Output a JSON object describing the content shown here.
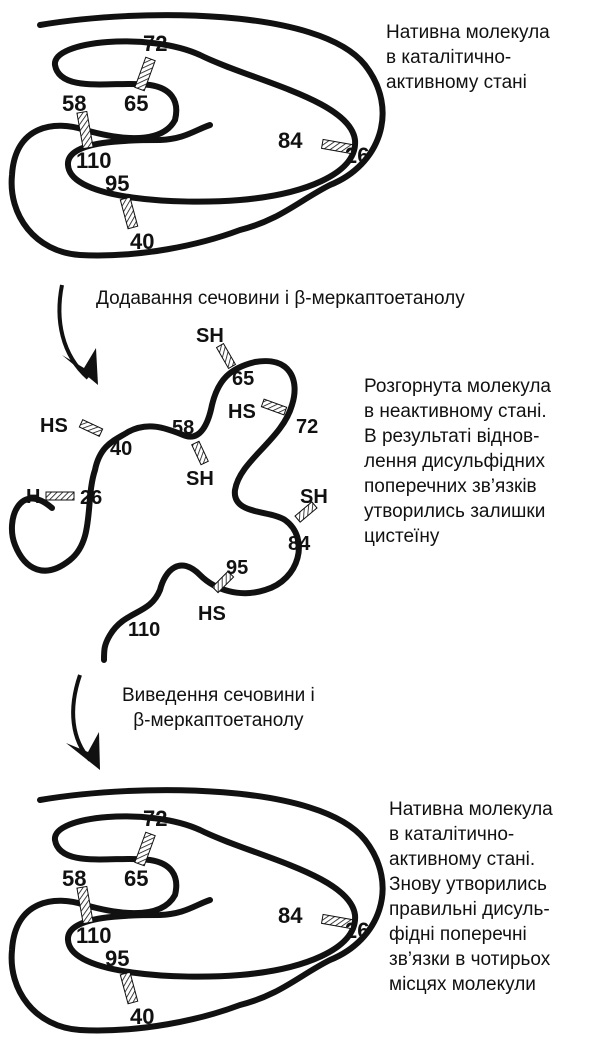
{
  "panels": {
    "native_top": {
      "caption": [
        "Нативна молекула",
        "в каталітично-",
        "активному стані"
      ],
      "labels": {
        "n72": "72",
        "n58": "58",
        "n65": "65",
        "n84": "84",
        "n26": "26",
        "n110": "110",
        "n95": "95",
        "n40": "40"
      }
    },
    "unfolded": {
      "caption": [
        "Розгорнута молекула",
        "в неактивному стані.",
        "В результаті віднов-",
        "лення дисульфідних",
        "поперечних зв’язків",
        "утворились залишки",
        "цистеїну"
      ],
      "labels": {
        "sh65": "SH",
        "n65": "65",
        "hs72": "HS",
        "n72": "72",
        "hs40": "HS",
        "n40": "40",
        "n58": "58",
        "sh58": "SH",
        "h26": "H",
        "n26": "26",
        "sh84": "SH",
        "n84": "84",
        "n95": "95",
        "hs95": "HS",
        "n110": "110"
      }
    },
    "native_bottom": {
      "caption": [
        "Нативна молекула",
        "в каталітично-",
        "активному стані.",
        "Знову утворились",
        "правильні дисуль-",
        "фідні поперечні",
        "зв’язки в чотирьох",
        "місцях молекули"
      ],
      "labels": {
        "n72": "72",
        "n58": "58",
        "n65": "65",
        "n84": "84",
        "n26": "26",
        "n110": "110",
        "n95": "95",
        "n40": "40"
      }
    }
  },
  "arrows": {
    "first_label": "Додавання сечовини і β-меркаптоетанолу",
    "second_label": [
      "Виведення сечовини і",
      "β-меркаптоетанолу"
    ]
  }
}
